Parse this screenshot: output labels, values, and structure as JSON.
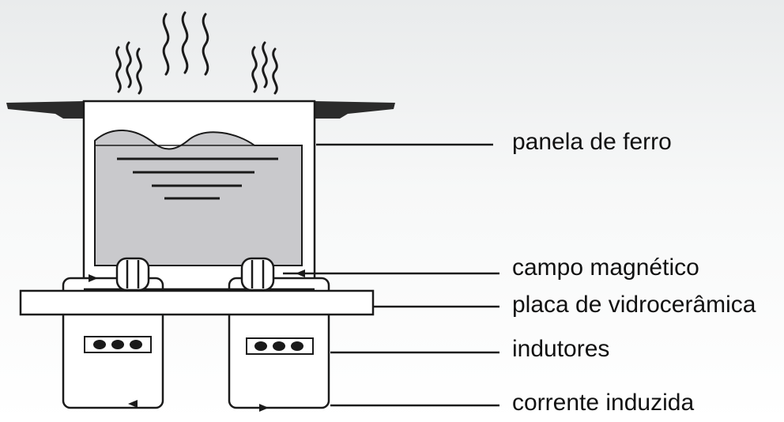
{
  "labels": {
    "pan": "panela de ferro",
    "field": "campo magnético",
    "plate": "placa de vidrocerâmica",
    "inductors": "indutores",
    "current": "corrente induzida"
  },
  "colors": {
    "stroke": "#1a1a1a",
    "food": "#c9c9cc",
    "pan_fill": "#ffffff",
    "handle": "#2b2b2b"
  },
  "icons": {
    "steam": "steam-wave-icon",
    "coil": "coil-icon",
    "arrow": "arrowhead-icon"
  }
}
